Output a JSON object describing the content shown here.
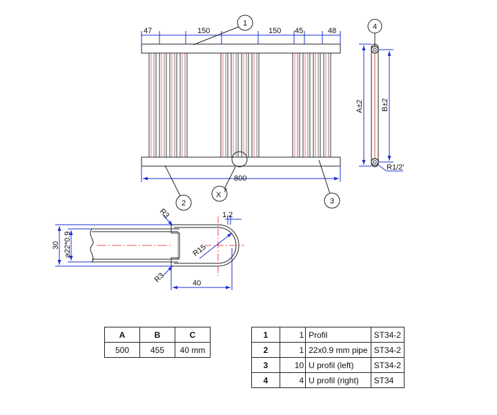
{
  "front_view": {
    "top_dims": [
      "47",
      "150",
      "150",
      "45",
      "48"
    ],
    "width_dim": "800",
    "height_dims": {
      "a": "A±2",
      "b": "B±2"
    },
    "side_radius": "R1/2'",
    "section_marker": "X"
  },
  "callouts": [
    "1",
    "2",
    "3",
    "4"
  ],
  "detail": {
    "height": "30",
    "pipe": "⌀22*0.9",
    "radius_top": "R3",
    "radius_bottom": "R3",
    "radius_bend": "R15",
    "wall": "1,2",
    "length": "40"
  },
  "dims_table": {
    "headers": [
      "A",
      "B",
      "C"
    ],
    "values": [
      "500",
      "455",
      "40 mm"
    ]
  },
  "parts_table": [
    {
      "no": "1",
      "qty": "1",
      "desc": "Profil",
      "material": "ST34-2"
    },
    {
      "no": "2",
      "qty": "1",
      "desc": "22x0.9 mm pipe",
      "material": "ST34-2"
    },
    {
      "no": "3",
      "qty": "10",
      "desc": "U profil (left)",
      "material": "ST34-2"
    },
    {
      "no": "4",
      "qty": "4",
      "desc": "U profil (right)",
      "material": "ST34"
    }
  ],
  "colors": {
    "line": "#222222",
    "dimension": "#1a2fd6",
    "centerline": "#e02020"
  }
}
